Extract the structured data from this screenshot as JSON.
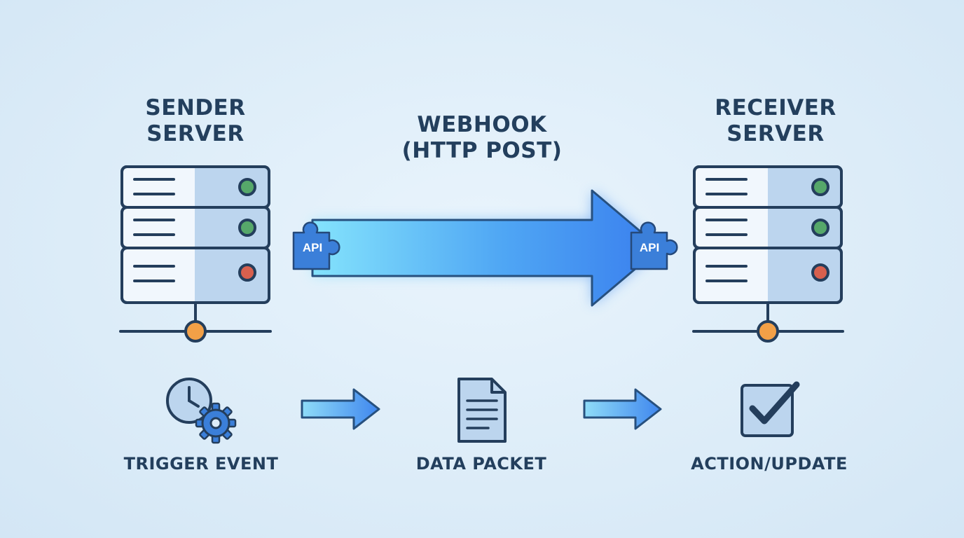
{
  "sender": {
    "title_line1": "SENDER",
    "title_line2": "SERVER"
  },
  "receiver": {
    "title_line1": "RECEIVER",
    "title_line2": "SERVER"
  },
  "webhook": {
    "title_line1": "WEBHOOK",
    "title_line2": "(HTTP POST)",
    "source_badge": "API",
    "target_badge": "API"
  },
  "steps": [
    {
      "label": "TRIGGER EVENT",
      "icon": "clock-gear-icon"
    },
    {
      "label": "DATA PACKET",
      "icon": "document-icon"
    },
    {
      "label": "ACTION/UPDATE",
      "icon": "checkbox-check-icon"
    }
  ],
  "colors": {
    "background": "#dcecf8",
    "outline": "#243e5c",
    "server_panel": "#bcd5ee",
    "arrow_start": "#7fe0fb",
    "arrow_end": "#3b82f0",
    "led_green": "#56a86a",
    "led_red": "#d8604e",
    "node_orange": "#f2a047",
    "puzzle_blue": "#3b7fd9"
  },
  "leds": {
    "sender": [
      "green",
      "green",
      "red"
    ],
    "receiver": [
      "green",
      "green",
      "red"
    ]
  }
}
